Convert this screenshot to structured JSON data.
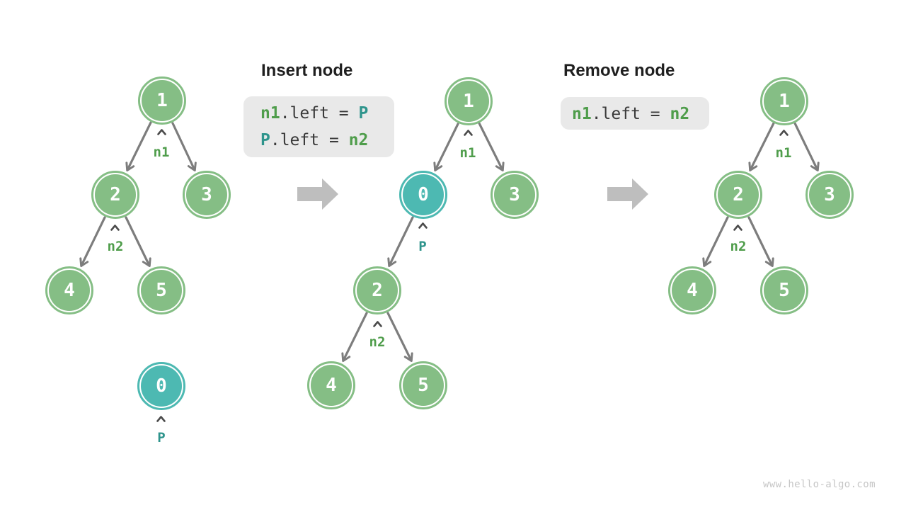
{
  "sections": {
    "insert": {
      "title": "Insert node",
      "code_lines": [
        {
          "tokens": [
            {
              "text": "n1",
              "style": "green"
            },
            {
              "text": ".left = ",
              "style": "plain"
            },
            {
              "text": "P",
              "style": "teal"
            }
          ]
        },
        {
          "tokens": [
            {
              "text": "P",
              "style": "teal"
            },
            {
              "text": ".left = ",
              "style": "plain"
            },
            {
              "text": "n2",
              "style": "green"
            }
          ]
        }
      ]
    },
    "remove": {
      "title": "Remove node",
      "code_lines": [
        {
          "tokens": [
            {
              "text": "n1",
              "style": "green"
            },
            {
              "text": ".left = ",
              "style": "plain"
            },
            {
              "text": "n2",
              "style": "green"
            }
          ]
        }
      ]
    }
  },
  "trees": {
    "before": {
      "nodes": [
        {
          "value": "1",
          "highlighted": false
        },
        {
          "value": "2",
          "highlighted": false
        },
        {
          "value": "3",
          "highlighted": false
        },
        {
          "value": "4",
          "highlighted": false
        },
        {
          "value": "5",
          "highlighted": false
        },
        {
          "value": "0",
          "highlighted": true
        }
      ],
      "edges": [
        [
          "1",
          "2"
        ],
        [
          "1",
          "3"
        ],
        [
          "2",
          "4"
        ],
        [
          "2",
          "5"
        ]
      ],
      "pointers": [
        {
          "label": "n1",
          "points_to": "1"
        },
        {
          "label": "n2",
          "points_to": "2"
        },
        {
          "label": "P",
          "points_to": "0"
        }
      ]
    },
    "after_insert": {
      "nodes": [
        {
          "value": "1",
          "highlighted": false
        },
        {
          "value": "0",
          "highlighted": true
        },
        {
          "value": "3",
          "highlighted": false
        },
        {
          "value": "2",
          "highlighted": false
        },
        {
          "value": "4",
          "highlighted": false
        },
        {
          "value": "5",
          "highlighted": false
        }
      ],
      "edges": [
        [
          "1",
          "0"
        ],
        [
          "1",
          "3"
        ],
        [
          "0",
          "2"
        ],
        [
          "2",
          "4"
        ],
        [
          "2",
          "5"
        ]
      ],
      "pointers": [
        {
          "label": "n1",
          "points_to": "1"
        },
        {
          "label": "P",
          "points_to": "0"
        },
        {
          "label": "n2",
          "points_to": "2"
        }
      ]
    },
    "after_remove": {
      "nodes": [
        {
          "value": "1",
          "highlighted": false
        },
        {
          "value": "2",
          "highlighted": false
        },
        {
          "value": "3",
          "highlighted": false
        },
        {
          "value": "4",
          "highlighted": false
        },
        {
          "value": "5",
          "highlighted": false
        }
      ],
      "edges": [
        [
          "1",
          "2"
        ],
        [
          "1",
          "3"
        ],
        [
          "2",
          "4"
        ],
        [
          "2",
          "5"
        ]
      ],
      "pointers": [
        {
          "label": "n1",
          "points_to": "1"
        },
        {
          "label": "n2",
          "points_to": "2"
        }
      ]
    }
  },
  "watermark": "www.hello-algo.com",
  "colors": {
    "node_green": "#85BE85",
    "node_teal": "#4DB9B2",
    "pointer_green": "#4F9D4B",
    "pointer_teal": "#2E948C",
    "edge_gray": "#7D7D7D",
    "code_background": "#E9E9E9",
    "code_text": "#3A3A3A",
    "transition_arrow_gray": "#BEBEBE",
    "watermark_gray": "#C6C6C6"
  }
}
